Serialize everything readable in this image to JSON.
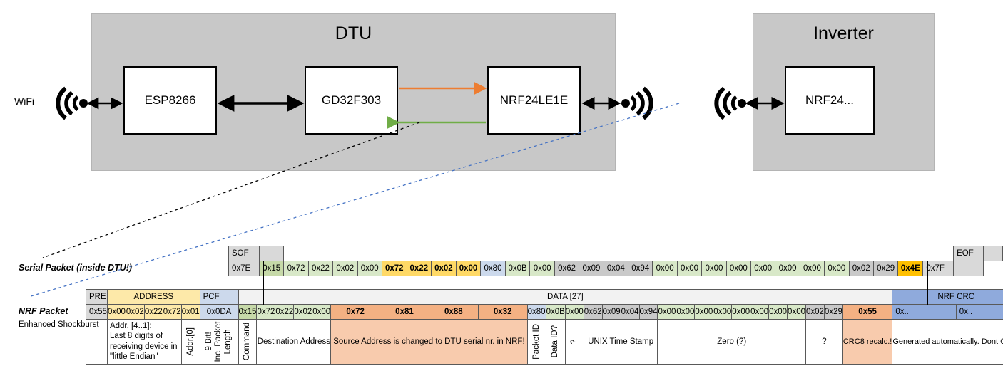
{
  "block_diagram": {
    "wifi_label": "WiFi",
    "dtu": {
      "title": "DTU",
      "chips": [
        "ESP8266",
        "GD32F303",
        "NRF24LE1E"
      ]
    },
    "inverter": {
      "title": "Inverter",
      "chips": [
        "NRF24..."
      ]
    },
    "colors": {
      "enclosure": "#c8c8c8",
      "tx_arrow": "#ed7d31",
      "rx_arrow": "#70ad47",
      "black_arrow": "#000000",
      "serial_callout": "#000000",
      "nrf_callout": "#4472c4"
    }
  },
  "serial_packet": {
    "label": "Serial Packet (inside DTU!)",
    "header": {
      "sof": "SOF",
      "eof": "EOF"
    },
    "sof_value": "0x7E",
    "eof_value": "0x7F",
    "bytes": [
      {
        "v": "0x15",
        "c": "gd",
        "bold": false
      },
      {
        "v": "0x72",
        "c": "g",
        "bold": false
      },
      {
        "v": "0x22",
        "c": "g",
        "bold": false
      },
      {
        "v": "0x02",
        "c": "g",
        "bold": false
      },
      {
        "v": "0x00",
        "c": "g",
        "bold": false
      },
      {
        "v": "0x72",
        "c": "y",
        "bold": true
      },
      {
        "v": "0x22",
        "c": "y",
        "bold": true
      },
      {
        "v": "0x02",
        "c": "y",
        "bold": true
      },
      {
        "v": "0x00",
        "c": "y",
        "bold": true
      },
      {
        "v": "0x80",
        "c": "b",
        "bold": false
      },
      {
        "v": "0x0B",
        "c": "g",
        "bold": false
      },
      {
        "v": "0x00",
        "c": "g",
        "bold": false
      },
      {
        "v": "0x62",
        "c": "gr",
        "bold": false
      },
      {
        "v": "0x09",
        "c": "gr",
        "bold": false
      },
      {
        "v": "0x04",
        "c": "gr",
        "bold": false
      },
      {
        "v": "0x94",
        "c": "gr",
        "bold": false
      },
      {
        "v": "0x00",
        "c": "g",
        "bold": false
      },
      {
        "v": "0x00",
        "c": "g",
        "bold": false
      },
      {
        "v": "0x00",
        "c": "g",
        "bold": false
      },
      {
        "v": "0x00",
        "c": "g",
        "bold": false
      },
      {
        "v": "0x00",
        "c": "g",
        "bold": false
      },
      {
        "v": "0x00",
        "c": "g",
        "bold": false
      },
      {
        "v": "0x00",
        "c": "g",
        "bold": false
      },
      {
        "v": "0x00",
        "c": "g",
        "bold": false
      },
      {
        "v": "0x02",
        "c": "gr",
        "bold": false
      },
      {
        "v": "0x29",
        "c": "gr",
        "bold": false
      },
      {
        "v": "0x4E",
        "c": "o",
        "bold": true
      }
    ]
  },
  "nrf_packet": {
    "label": "NRF Packet",
    "sublabel": "Enhanced Shockburst",
    "group_headers": {
      "pre": "PRE",
      "address": "ADDRESS",
      "pcf": "PCF",
      "data": "DATA [27]",
      "nrf_crc": "NRF CRC"
    },
    "pre_value": "0x55",
    "address_values": [
      "0x00",
      "0x02",
      "0x22",
      "0x72",
      "0x01"
    ],
    "pcf_value": "0x0DA",
    "crc_values": [
      "0x..",
      "0x.."
    ],
    "bytes": [
      {
        "v": "0x15",
        "c": "gd",
        "bold": false
      },
      {
        "v": "0x72",
        "c": "g",
        "bold": false
      },
      {
        "v": "0x22",
        "c": "g",
        "bold": false
      },
      {
        "v": "0x02",
        "c": "g",
        "bold": false
      },
      {
        "v": "0x00",
        "c": "g",
        "bold": false
      },
      {
        "v": "0x72",
        "c": "sal",
        "bold": true
      },
      {
        "v": "0x81",
        "c": "sal",
        "bold": true
      },
      {
        "v": "0x88",
        "c": "sal",
        "bold": true
      },
      {
        "v": "0x32",
        "c": "sal",
        "bold": true
      },
      {
        "v": "0x80",
        "c": "b",
        "bold": false
      },
      {
        "v": "0x0B",
        "c": "g",
        "bold": false
      },
      {
        "v": "0x00",
        "c": "g",
        "bold": false
      },
      {
        "v": "0x62",
        "c": "gr",
        "bold": false
      },
      {
        "v": "0x09",
        "c": "gr",
        "bold": false
      },
      {
        "v": "0x04",
        "c": "gr",
        "bold": false
      },
      {
        "v": "0x94",
        "c": "gr",
        "bold": false
      },
      {
        "v": "0x00",
        "c": "g",
        "bold": false
      },
      {
        "v": "0x00",
        "c": "g",
        "bold": false
      },
      {
        "v": "0x00",
        "c": "g",
        "bold": false
      },
      {
        "v": "0x00",
        "c": "g",
        "bold": false
      },
      {
        "v": "0x00",
        "c": "g",
        "bold": false
      },
      {
        "v": "0x00",
        "c": "g",
        "bold": false
      },
      {
        "v": "0x00",
        "c": "g",
        "bold": false
      },
      {
        "v": "0x00",
        "c": "g",
        "bold": false
      },
      {
        "v": "0x02",
        "c": "gr",
        "bold": false
      },
      {
        "v": "0x29",
        "c": "gr",
        "bold": false
      },
      {
        "v": "0x55",
        "c": "sal",
        "bold": true
      }
    ],
    "descriptions": {
      "address": "Addr. [4..1]:\nLast 8 digits of receiving device in \"little Endian\"",
      "addr0": "Addr.[0]",
      "pcf": "9 Bit!\nInc. Packet Length",
      "command": "Command",
      "destination": "Destination Address",
      "source": "Source Address is changed to DTU serial nr. in NRF!",
      "packet_id": "Packet ID",
      "data_id": "Data ID?",
      "unknown1": "?",
      "timestamp": "UNIX Time Stamp",
      "zero": "Zero (?)",
      "unknown2": "?",
      "crc8": "CRC8 recalc.!",
      "nrf_crc": "Generated automatically. Dont Care!"
    }
  }
}
